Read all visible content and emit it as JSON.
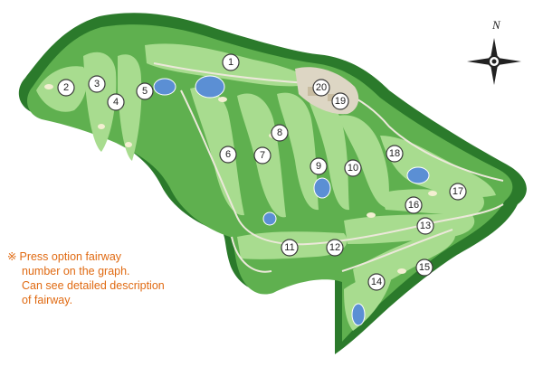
{
  "compass": {
    "label": "N",
    "icon": "compass-rose-icon"
  },
  "note": {
    "mark": "※",
    "lines": [
      "Press option fairway",
      "number on the graph.",
      "Can see detailed description",
      "of fairway."
    ]
  },
  "holes": [
    "1",
    "2",
    "3",
    "4",
    "5",
    "6",
    "7",
    "8",
    "9",
    "10",
    "11",
    "12",
    "13",
    "14",
    "15",
    "16",
    "17",
    "18",
    "19",
    "20"
  ],
  "colors": {
    "rough": "#2e7d2e",
    "fairway": "#9fd58a",
    "water": "#5a8fd1",
    "sand": "#f4efd2",
    "path": "#e7e3d6",
    "tree": "#1f5f1f",
    "text_note": "#e06a12"
  }
}
